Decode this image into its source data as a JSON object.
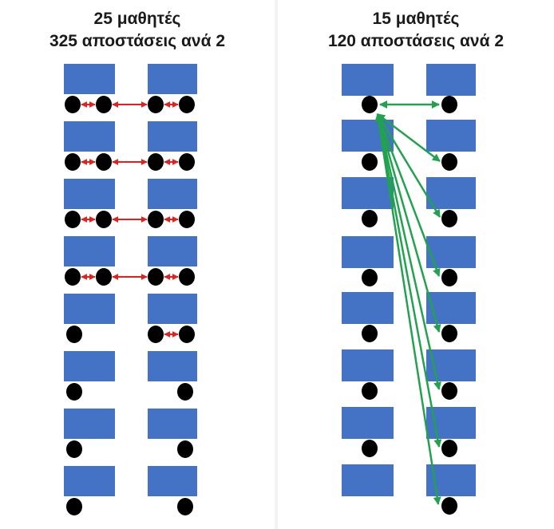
{
  "left_panel": {
    "title_line1": "25 μαθητές",
    "title_line2": "325 αποστάσεις ανά 2",
    "desk_color": "#4472c4",
    "student_color": "#000000",
    "arrow_color": "#e3201b"
  },
  "right_panel": {
    "title_line1": "15 μαθητές",
    "title_line2": "120 αποστάσεις ανά 2",
    "desk_color": "#4472c4",
    "student_color": "#000000",
    "arrow_color": "#22a24f"
  }
}
